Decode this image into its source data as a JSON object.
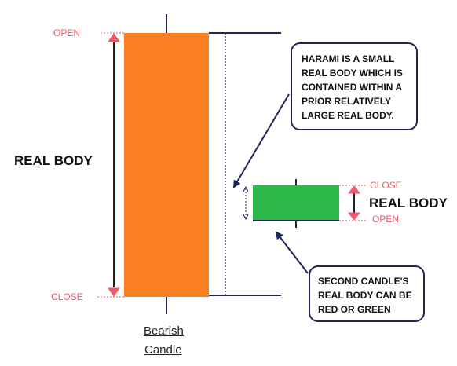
{
  "labels": {
    "open_left": "OPEN",
    "close_left": "CLOSE",
    "real_body_left": "REAL BODY",
    "close_right": "CLOSE",
    "open_right": "OPEN",
    "real_body_right": "REAL BODY",
    "candle_name_line1": "Bearish",
    "candle_name_line2": "Candle"
  },
  "callouts": {
    "harami": {
      "line1": "HARAMI IS A SMALL",
      "line2": "REAL BODY WHICH IS",
      "line3": "CONTAINED WITHIN A",
      "line4": "PRIOR RELATIVELY",
      "line5": "LARGE REAL BODY."
    },
    "second_candle": {
      "line1": "SECOND CANDLE'S",
      "line2": "REAL BODY CAN BE",
      "line3": "RED OR GREEN"
    }
  },
  "colors": {
    "bearish_body": "#f97f22",
    "harami_body": "#2db84a",
    "accent_red": "#ee5a6a",
    "navy": "#1f2557",
    "wick": "#1f2557"
  }
}
